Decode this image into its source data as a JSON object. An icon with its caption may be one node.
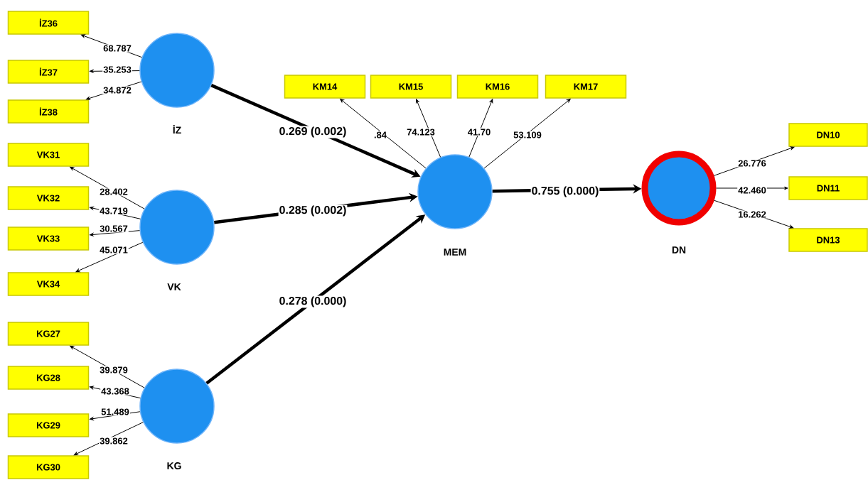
{
  "diagram": {
    "nodes": [
      {
        "text": [
          "İZ36"
        ]
      },
      {
        "text": [
          "İZ37"
        ]
      },
      {
        "text": [
          "İZ38"
        ]
      },
      {
        "text": [
          "İZ"
        ]
      },
      {
        "text": [
          "VK31"
        ]
      },
      {
        "text": [
          "VK32"
        ]
      },
      {
        "text": [
          "VK33"
        ]
      },
      {
        "text": [
          "VK34"
        ]
      },
      {
        "text": [
          "VK"
        ]
      },
      {
        "text": [
          "KG27"
        ]
      },
      {
        "text": [
          "KG28"
        ]
      },
      {
        "text": [
          "KG29"
        ]
      },
      {
        "text": [
          "KG30"
        ]
      },
      {
        "text": [
          "KG"
        ]
      },
      {
        "text": [
          "KM14"
        ]
      },
      {
        "text": [
          "KM15"
        ]
      },
      {
        "text": [
          "KM16"
        ]
      },
      {
        "text": [
          "KM17"
        ]
      },
      {
        "text": [
          "MEM"
        ]
      },
      {
        "text": [
          "DN"
        ]
      },
      {
        "text": [
          "DN10"
        ]
      },
      {
        "text": [
          "DN11"
        ]
      },
      {
        "text": [
          "DN13"
        ]
      }
    ],
    "edges": [
      {
        "from": 3,
        "to": 0,
        "arrow": "to",
        "label": "68.787"
      },
      {
        "from": 3,
        "to": 1,
        "arrow": "to",
        "label": "35.253"
      },
      {
        "from": 3,
        "to": 2,
        "arrow": "to",
        "label": "34.872"
      },
      {
        "from": 8,
        "to": 4,
        "arrow": "to",
        "label": "28.402"
      },
      {
        "from": 8,
        "to": 5,
        "arrow": "to",
        "label": "43.719"
      },
      {
        "from": 8,
        "to": 6,
        "arrow": "to",
        "label": "30.567"
      },
      {
        "from": 8,
        "to": 7,
        "arrow": "to",
        "label": "45.071"
      },
      {
        "from": 13,
        "to": 9,
        "arrow": "to",
        "label": "39.879"
      },
      {
        "from": 13,
        "to": 10,
        "arrow": "to",
        "label": "43.368"
      },
      {
        "from": 13,
        "to": 11,
        "arrow": "to",
        "label": "51.489"
      },
      {
        "from": 13,
        "to": 12,
        "arrow": "to",
        "label": "39.862"
      },
      {
        "from": 18,
        "to": 14,
        "arrow": "to",
        "label": ".84"
      },
      {
        "from": 18,
        "to": 15,
        "arrow": "to",
        "label": "74.123"
      },
      {
        "from": 18,
        "to": 16,
        "arrow": "to",
        "label": "41.70"
      },
      {
        "from": 18,
        "to": 17,
        "arrow": "to",
        "label": "53.109"
      },
      {
        "from": 3,
        "to": 18,
        "arrow": "to",
        "label": "0.269 (0.002)",
        "style": "thick"
      },
      {
        "from": 8,
        "to": 18,
        "arrow": "to",
        "label": "0.285 (0.002)",
        "style": "thick"
      },
      {
        "from": 13,
        "to": 18,
        "arrow": "to",
        "label": "0.278 (0.000)",
        "style": "thick"
      },
      {
        "from": 18,
        "to": 19,
        "arrow": "to",
        "label": "0.755 (0.000)",
        "style": "thick"
      },
      {
        "from": 19,
        "to": 20,
        "arrow": "to",
        "label": "26.776"
      },
      {
        "from": 19,
        "to": 21,
        "arrow": "to",
        "label": "42.460"
      },
      {
        "from": 19,
        "to": 22,
        "arrow": "to",
        "label": "16.262"
      }
    ]
  }
}
